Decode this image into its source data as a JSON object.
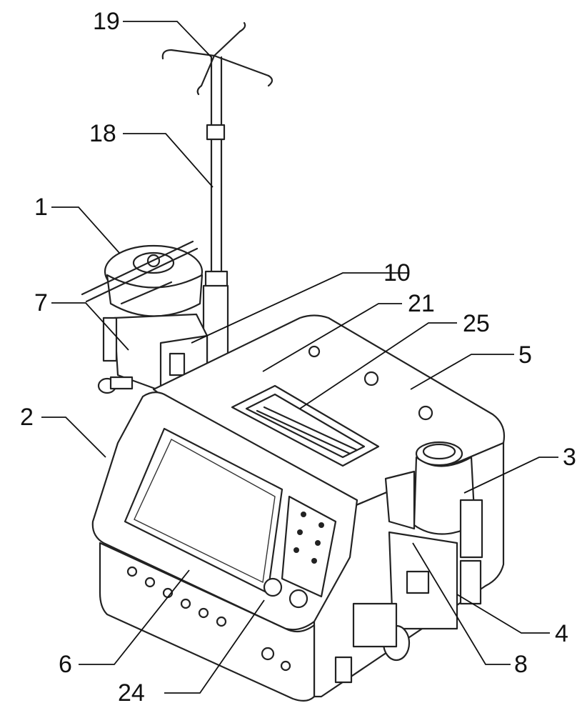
{
  "labels": [
    {
      "id": "19",
      "text": "19"
    },
    {
      "id": "18",
      "text": "18"
    },
    {
      "id": "1",
      "text": "1"
    },
    {
      "id": "10",
      "text": "10"
    },
    {
      "id": "21",
      "text": "21"
    },
    {
      "id": "25",
      "text": "25"
    },
    {
      "id": "7",
      "text": "7"
    },
    {
      "id": "5",
      "text": "5"
    },
    {
      "id": "2",
      "text": "2"
    },
    {
      "id": "3",
      "text": "3"
    },
    {
      "id": "4",
      "text": "4"
    },
    {
      "id": "6",
      "text": "6"
    },
    {
      "id": "8",
      "text": "8"
    },
    {
      "id": "24",
      "text": "24"
    }
  ]
}
